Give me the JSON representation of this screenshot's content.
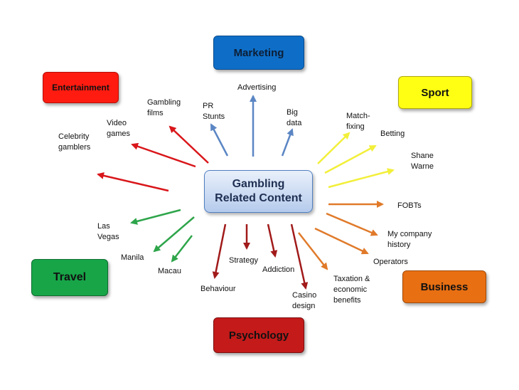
{
  "center": {
    "line1": "Gambling",
    "line2": "Related Content"
  },
  "categories": {
    "marketing": {
      "label": "Marketing",
      "fill": "#0e6ec7",
      "text": "#0d1e36",
      "border": "#0a4d90"
    },
    "entertainment": {
      "label": "Entertainment",
      "fill": "#ff1b10",
      "text": "#111111",
      "border": "#b70f08"
    },
    "sport": {
      "label": "Sport",
      "fill": "#ffff14",
      "text": "#111111",
      "border": "#b0a80a"
    },
    "travel": {
      "label": "Travel",
      "fill": "#17a548",
      "text": "#111111",
      "border": "#0d6e2f"
    },
    "business": {
      "label": "Business",
      "fill": "#e86f12",
      "text": "#111111",
      "border": "#a14b0a"
    },
    "psychology": {
      "label": "Psychology",
      "fill": "#c41a1a",
      "text": "#111111",
      "border": "#7d0f0f"
    }
  },
  "topics": {
    "advertising": [
      "Advertising"
    ],
    "pr_stunts": [
      "PR",
      "Stunts"
    ],
    "big_data": [
      "Big",
      "data"
    ],
    "gambling_films": [
      "Gambling",
      "films"
    ],
    "video_games": [
      "Video",
      "games"
    ],
    "celebrity": [
      "Celebrity",
      "gamblers"
    ],
    "match_fixing": [
      "Match-",
      "fixing"
    ],
    "betting": [
      "Betting"
    ],
    "shane_warne": [
      "Shane",
      "Warne"
    ],
    "fobts": [
      "FOBTs"
    ],
    "company_history": [
      "My company",
      "history"
    ],
    "operators": [
      "Operators"
    ],
    "taxation": [
      "Taxation &",
      "economic",
      "benefits"
    ],
    "casino_design": [
      "Casino",
      "design"
    ],
    "addiction": [
      "Addiction"
    ],
    "strategy": [
      "Strategy"
    ],
    "behaviour": [
      "Behaviour"
    ],
    "las_vegas": [
      "Las",
      "Vegas"
    ],
    "manila": [
      "Manila"
    ],
    "macau": [
      "Macau"
    ]
  },
  "arrow_colors": {
    "marketing": "#5b86c4",
    "entertainment": "#d9161a",
    "sport": "#f2ef3a",
    "business": "#e07a2a",
    "psychology": "#a11a1a",
    "travel": "#2ea54a"
  }
}
